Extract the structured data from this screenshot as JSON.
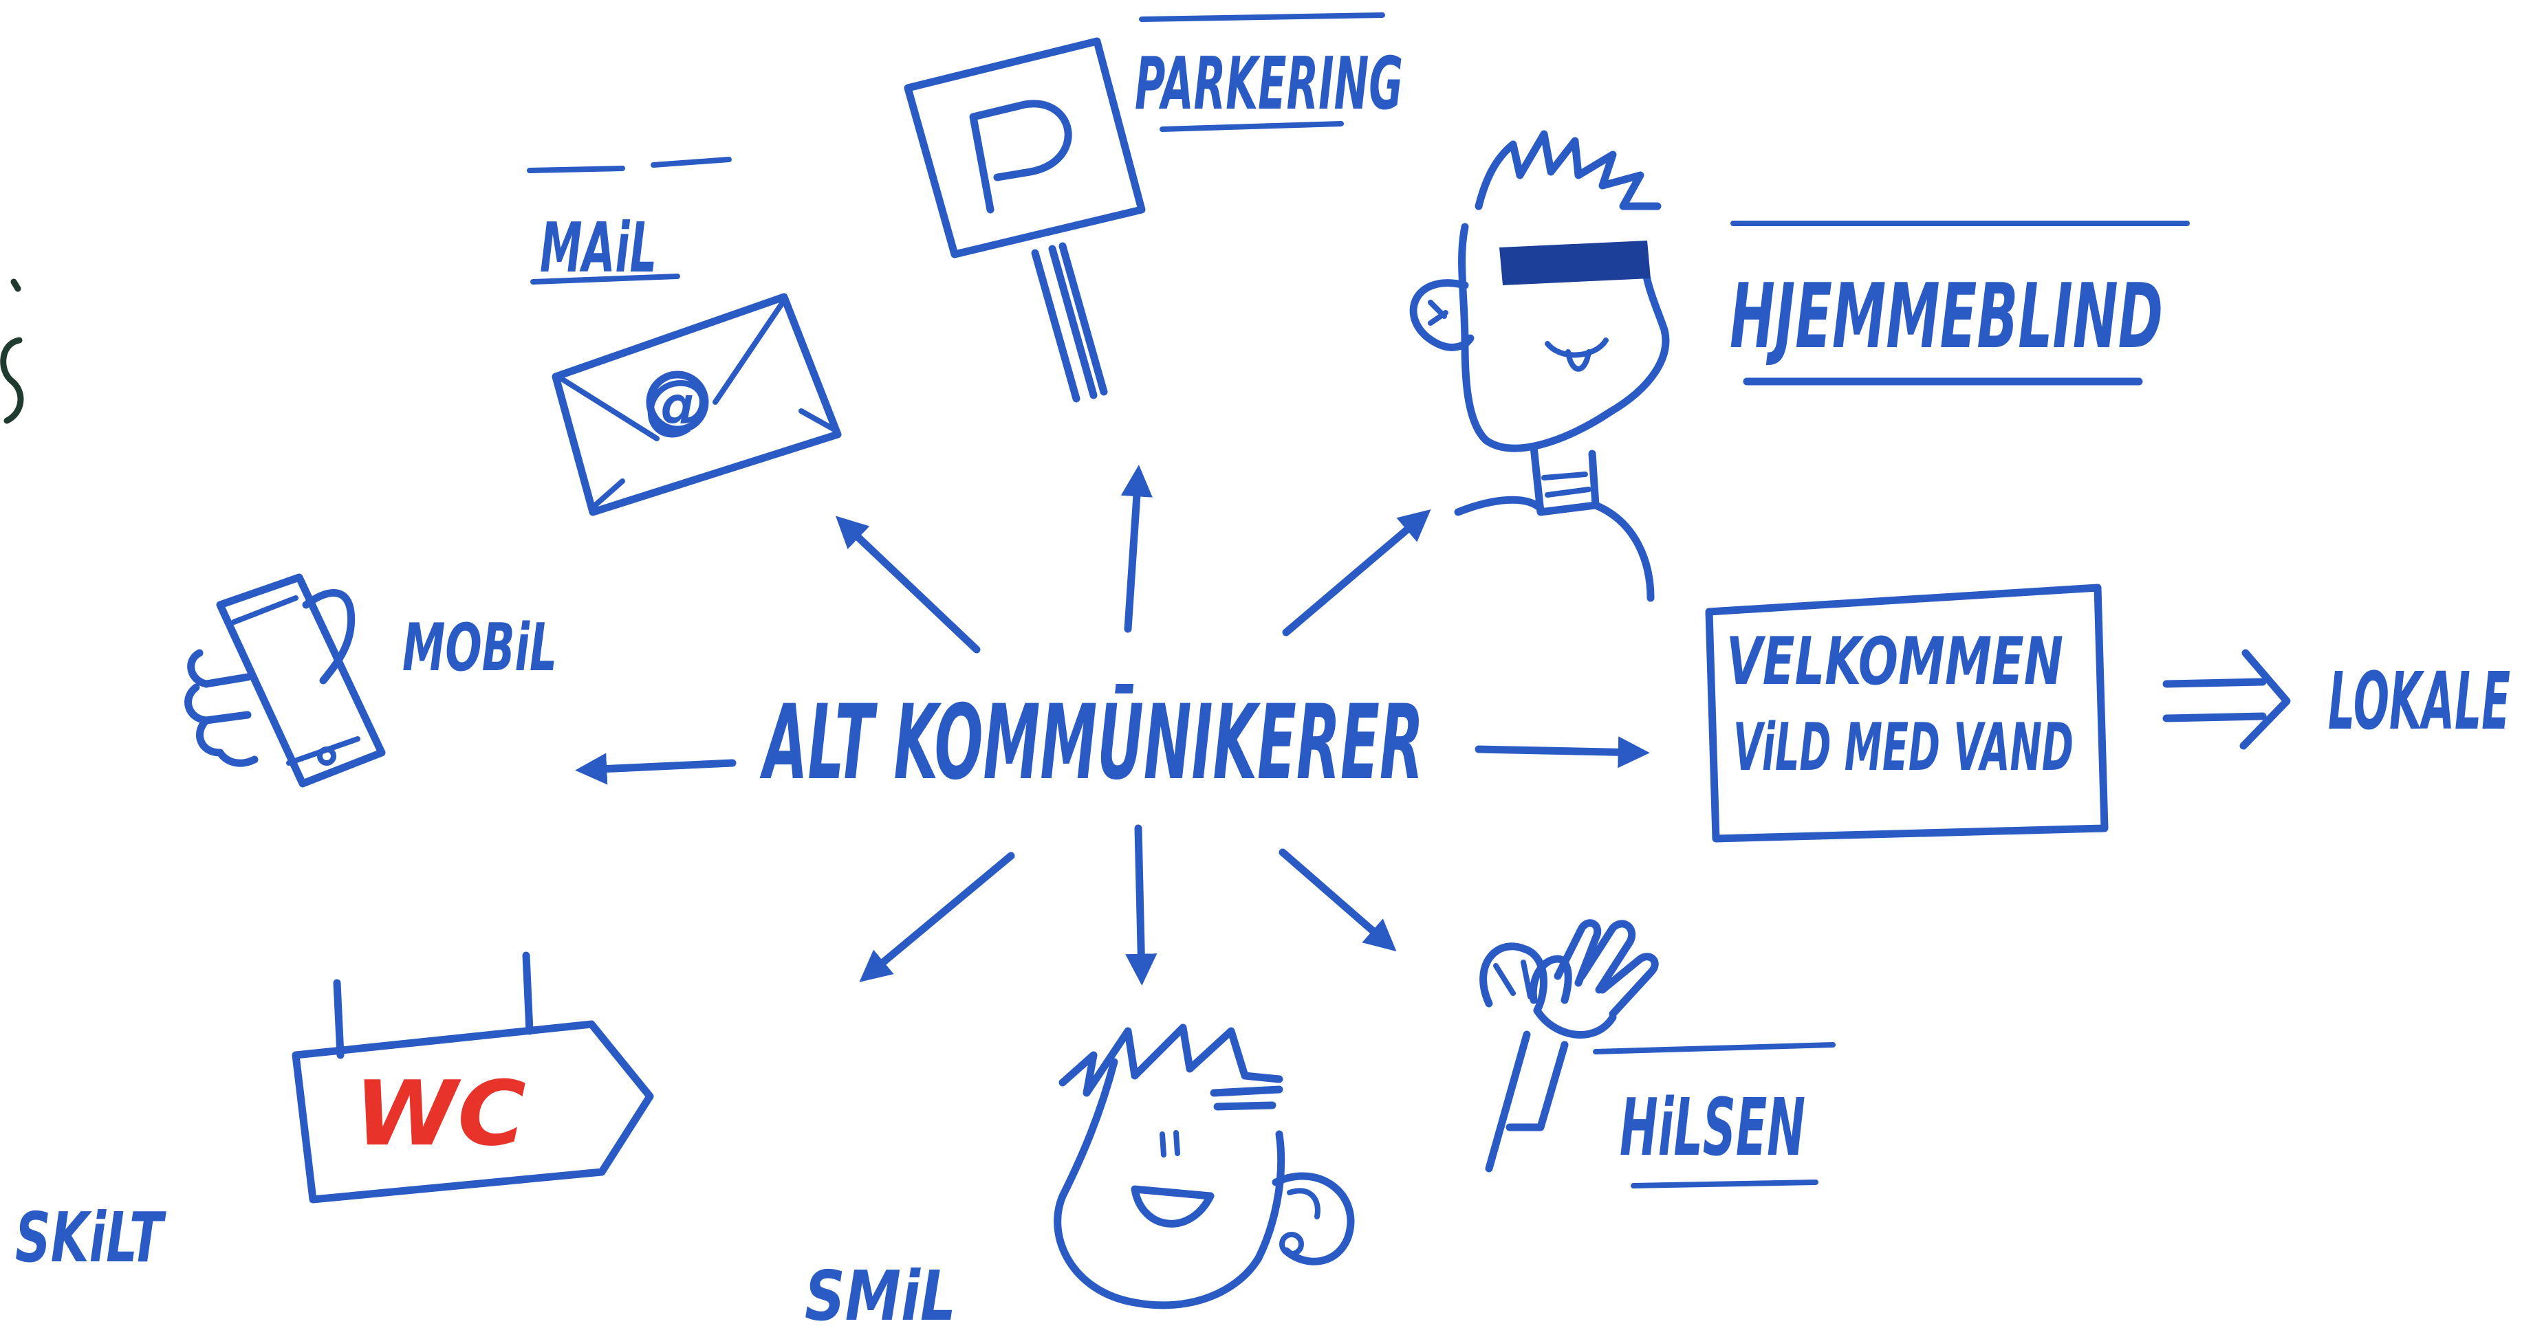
{
  "colors": {
    "ink": "#2a5bc4",
    "ink_dark": "#1c3f9a",
    "wc_red": "#e8332b",
    "margin_mark": "#1f3a2e"
  },
  "center": {
    "label": "ALT KOMMŪNIKERER"
  },
  "nodes": {
    "mail": {
      "label": "MAiL",
      "icon": "envelope-at-icon",
      "glyph": "@"
    },
    "parkering": {
      "label": "PARKERING",
      "icon": "parking-sign-icon",
      "glyph": "P"
    },
    "hjemmeblind": {
      "label": "HJEMMEBLIND",
      "icon": "blindfolded-person-icon"
    },
    "mobil": {
      "label": "MOBiL",
      "icon": "hand-holding-phone-icon"
    },
    "velkommen": {
      "line1": "VELKOMMEN",
      "line2": "ViLD MED VAND"
    },
    "lokale": {
      "label": "LOKALE",
      "icon": "double-arrow-icon"
    },
    "skilt": {
      "label": "SKiLT",
      "sign_text": "WC",
      "icon": "wc-sign-icon"
    },
    "smil": {
      "label": "SMiL",
      "icon": "smiling-face-icon"
    },
    "hilsen": {
      "label": "HiLSEN",
      "icon": "waving-hand-icon"
    }
  }
}
